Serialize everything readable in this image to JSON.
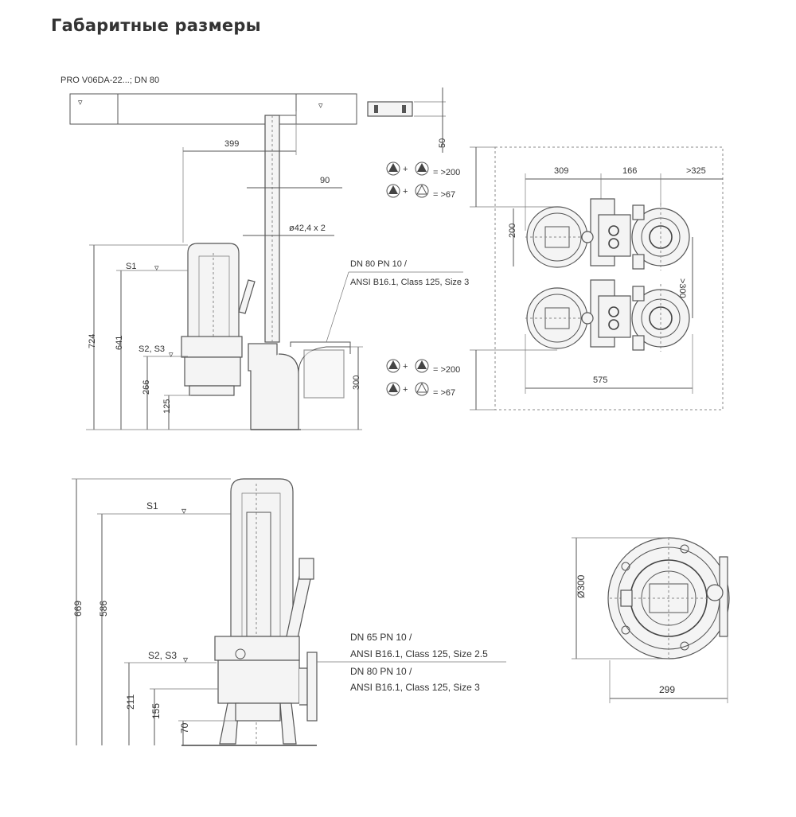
{
  "title": "Габаритные размеры",
  "top_view": {
    "model": "PRO V06DA-22...; DN 80",
    "dim_399": "399",
    "dim_90": "90",
    "dim_pipe": "ø42,4 x 2",
    "level_s1": "S1",
    "level_s2s3": "S2, S3",
    "dim_724": "724",
    "dim_641": "641",
    "dim_266": "266",
    "dim_125": "125",
    "dim_300": "300",
    "flange_line1": "DN 80 PN 10 /",
    "flange_line2": "ANSI B16.1, Class 125, Size 3"
  },
  "plan_view": {
    "dim_50": "50",
    "dim_309": "309",
    "dim_166": "166",
    "dim_325": ">325",
    "dim_200": "200",
    "dim_gt300": ">300",
    "dim_575": "575",
    "clear_top_1": "= >200",
    "clear_top_2": "= >67",
    "clear_bot_1": "= >200",
    "clear_bot_2": "= >67",
    "plus": "+"
  },
  "pump_view": {
    "level_s1": "S1",
    "level_s2s3": "S2, S3",
    "dim_669": "669",
    "dim_586": "586",
    "dim_211": "211",
    "dim_155": "155",
    "dim_70": "70",
    "flange_a1": "DN 65 PN 10 /",
    "flange_a2": "ANSI B16.1, Class 125, Size 2.5",
    "flange_b1": "DN 80 PN 10 /",
    "flange_b2": "ANSI B16.1, Class 125, Size 3"
  },
  "bottom_view": {
    "dim_diameter": "Ø300",
    "dim_299": "299"
  }
}
